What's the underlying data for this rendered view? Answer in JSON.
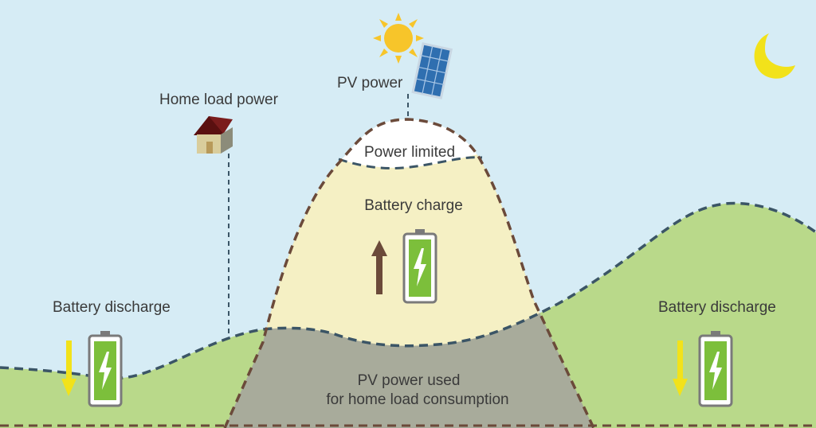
{
  "labels": {
    "pv_power": "PV power",
    "home_load_power": "Home load power",
    "power_limited": "Power limited",
    "battery_charge": "Battery charge",
    "battery_discharge_left": "Battery discharge",
    "battery_discharge_right": "Battery discharge",
    "pv_used_line1": "PV power used",
    "pv_used_line2": "for home load consumption"
  },
  "colors": {
    "sky": "#d6ecf5",
    "home_load_region": "#b9d98a",
    "pv_used_region": "#a8ab9b",
    "battery_charge_region": "#f5f0c4",
    "power_limited_region": "#ffffff",
    "load_curve": "#3b5566",
    "pv_curve": "#6b4a3a",
    "sun": "#f7c52a",
    "moon": "#f2e21a",
    "battery_green": "#7cbf3b",
    "charge_arrow": "#6b4a3a",
    "discharge_arrow": "#f2e21a"
  },
  "icons": [
    "sun-icon",
    "solar-panel-icon",
    "house-icon",
    "moon-icon",
    "battery-icon",
    "arrow-up-icon",
    "arrow-down-icon"
  ]
}
